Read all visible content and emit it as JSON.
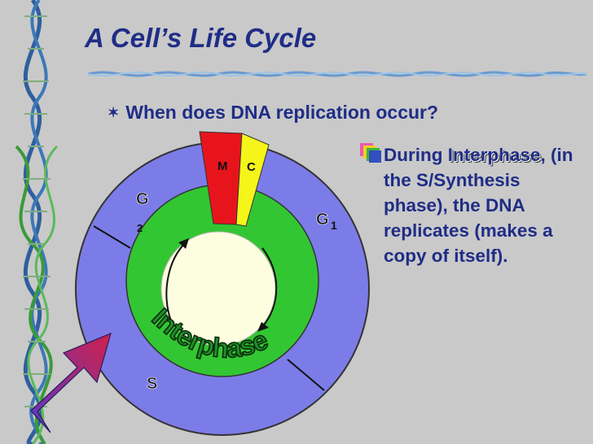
{
  "slide": {
    "title": "A Cell’s Life Cycle",
    "question": "When does DNA replication occur?",
    "answer": {
      "before": "During ",
      "highlight": "Interphase",
      "after": ", (in the S/Synthesis phase), the DNA replicates (makes a copy of itself)."
    }
  },
  "diagram": {
    "labels": {
      "m": "M",
      "c": "C",
      "g2_letter": "G",
      "g2_sub": "2",
      "g1_letter": "G",
      "g1_sub": "1",
      "s": "S",
      "interphase": "Interphase"
    }
  },
  "icons": {
    "bullet_star": "six-point-star-icon",
    "answer_bullet": "stacked-squares-icon"
  },
  "colors": {
    "background": "#c9c9c9",
    "text": "#1f2d86",
    "outer_ring": "#7c7ce8",
    "inner_ring": "#33c633",
    "center": "#fdfde0",
    "m_phase": "#e8141c",
    "c_phase": "#f5f51a",
    "arrow": "#c02040"
  }
}
